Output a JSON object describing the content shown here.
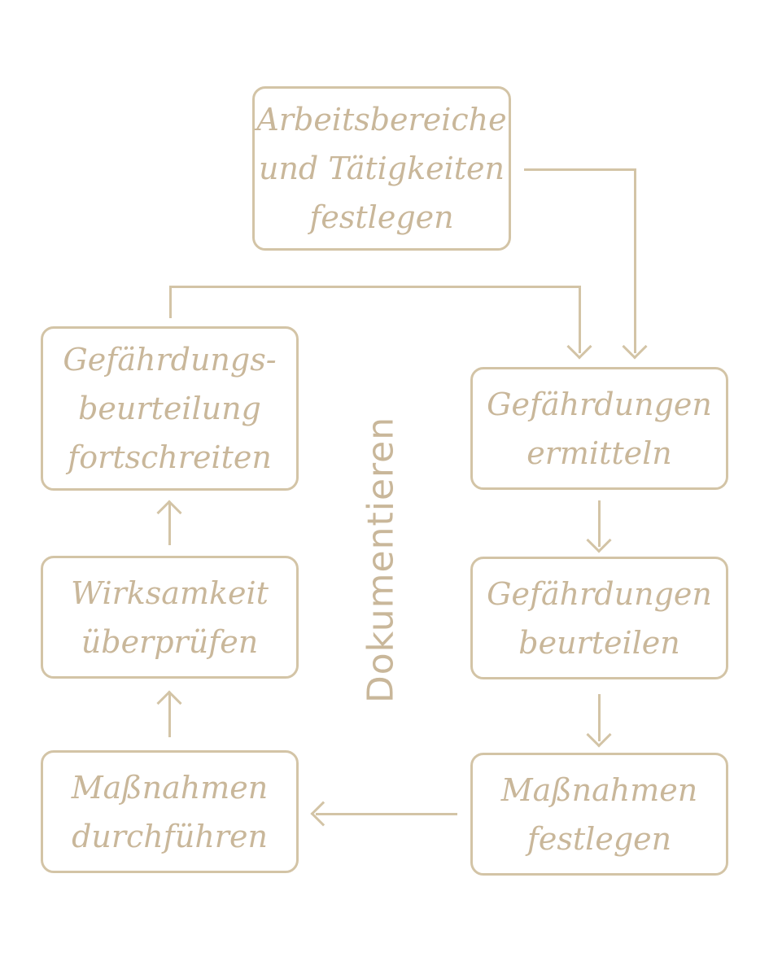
{
  "diagram": {
    "vertical_label": "Dokumentieren",
    "nodes": {
      "arbeitsbereiche": [
        "Arbeitsbereiche",
        "und Tätigkeiten",
        "festlegen"
      ],
      "ermitteln": [
        "Gefährdungen",
        "ermitteln"
      ],
      "beurteilen": [
        "Gefährdungen",
        "beurteilen"
      ],
      "massnahmen_festlegen": [
        "Maßnahmen",
        "festlegen"
      ],
      "massnahmen_durchfuehren": [
        "Maßnahmen",
        "durchführen"
      ],
      "wirksamkeit": [
        "Wirksamkeit",
        "überprüfen"
      ],
      "fortschreiten": [
        "Gefährdungs-",
        "beurteilung",
        "fortschreiten"
      ]
    },
    "edges": [
      {
        "from": "arbeitsbereiche",
        "to": "ermitteln"
      },
      {
        "from": "fortschreiten",
        "to": "ermitteln"
      },
      {
        "from": "ermitteln",
        "to": "beurteilen"
      },
      {
        "from": "beurteilen",
        "to": "massnahmen_festlegen"
      },
      {
        "from": "massnahmen_festlegen",
        "to": "massnahmen_durchfuehren"
      },
      {
        "from": "massnahmen_durchfuehren",
        "to": "wirksamkeit"
      },
      {
        "from": "wirksamkeit",
        "to": "fortschreiten"
      }
    ],
    "colors": {
      "stroke": "#d3c4a6",
      "text": "#c9b79a"
    }
  }
}
